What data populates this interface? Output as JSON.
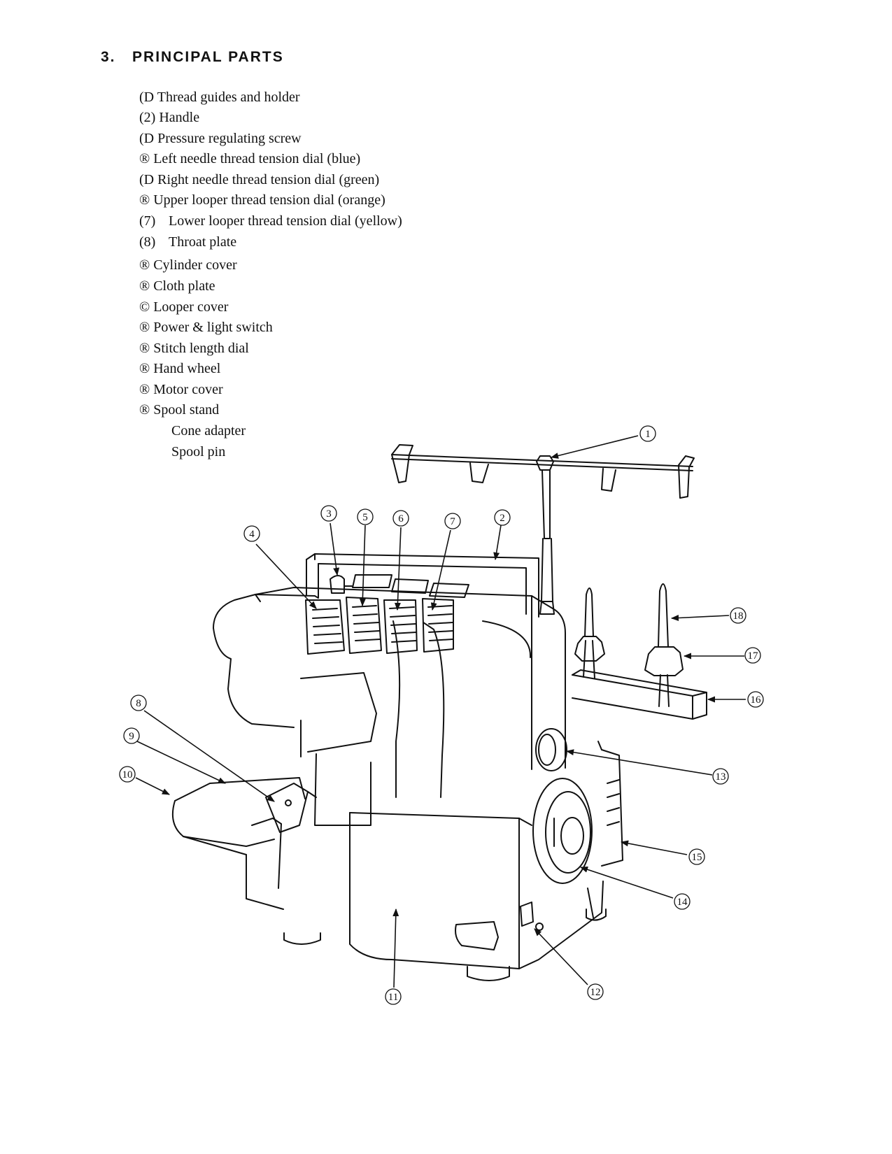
{
  "section": {
    "number": "3.",
    "title": "PRINCIPAL PARTS"
  },
  "parts": [
    {
      "marker": "(D",
      "label": "Thread guides and holder"
    },
    {
      "marker": "(2)",
      "label": "Handle"
    },
    {
      "marker": "(D",
      "label": "Pressure regulating screw"
    },
    {
      "marker": "®",
      "label": "Left needle thread tension dial (blue)"
    },
    {
      "marker": "(D",
      "label": "Right needle thread tension dial (green)"
    },
    {
      "marker": "®",
      "label": "Upper looper thread tension dial (orange)"
    },
    {
      "marker": "(7)",
      "label": "Lower looper thread tension dial (yellow)"
    },
    {
      "marker": "(8)",
      "label": "Throat plate"
    },
    {
      "marker": "®",
      "label": "Cylinder cover"
    },
    {
      "marker": "®",
      "label": "Cloth plate"
    },
    {
      "marker": "©",
      "label": "Looper cover"
    },
    {
      "marker": "®",
      "label": "Power & light switch"
    },
    {
      "marker": "®",
      "label": "Stitch length dial"
    },
    {
      "marker": "®",
      "label": "Hand wheel"
    },
    {
      "marker": "®",
      "label": "Motor cover"
    },
    {
      "marker": "®",
      "label": "Spool stand"
    }
  ],
  "subparts": [
    "Cone adapter",
    "Spool pin"
  ],
  "callouts": [
    {
      "id": 1,
      "text": "1"
    },
    {
      "id": 2,
      "text": "2"
    },
    {
      "id": 3,
      "text": "3"
    },
    {
      "id": 4,
      "text": "4"
    },
    {
      "id": 5,
      "text": "5"
    },
    {
      "id": 6,
      "text": "6"
    },
    {
      "id": 7,
      "text": "7"
    },
    {
      "id": 8,
      "text": "8"
    },
    {
      "id": 9,
      "text": "9"
    },
    {
      "id": 10,
      "text": "10"
    },
    {
      "id": 11,
      "text": "11"
    },
    {
      "id": 12,
      "text": "12"
    },
    {
      "id": 13,
      "text": "13"
    },
    {
      "id": 14,
      "text": "14"
    },
    {
      "id": 15,
      "text": "15"
    },
    {
      "id": 16,
      "text": "16"
    },
    {
      "id": 17,
      "text": "17"
    },
    {
      "id": 18,
      "text": "18"
    }
  ]
}
